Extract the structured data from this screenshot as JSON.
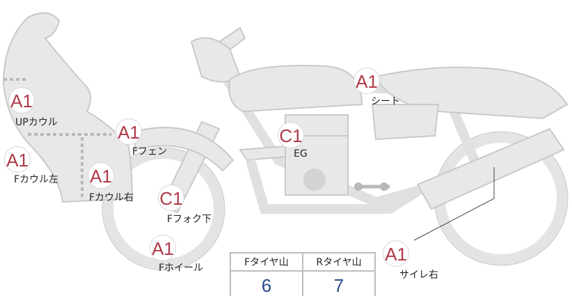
{
  "parts": [
    {
      "id": "up-cowl",
      "grade": "A1",
      "label": "UPカウル"
    },
    {
      "id": "f-cowl-left",
      "grade": "A1",
      "label": "Fカウル左"
    },
    {
      "id": "f-cowl-right",
      "grade": "A1",
      "label": "Fカウル右"
    },
    {
      "id": "f-fender",
      "grade": "A1",
      "label": "Fフェン"
    },
    {
      "id": "f-fork-lower",
      "grade": "C1",
      "label": "Fフォク下"
    },
    {
      "id": "f-wheel",
      "grade": "A1",
      "label": "Fホイール"
    },
    {
      "id": "engine",
      "grade": "C1",
      "label": "EG"
    },
    {
      "id": "seat",
      "grade": "A1",
      "label": "シート"
    },
    {
      "id": "muffler-right",
      "grade": "A1",
      "label": "サイレ右"
    }
  ],
  "tires": {
    "front_label": "Fタイヤ山",
    "front_value": "6",
    "rear_label": "Rタイヤ山",
    "rear_value": "7"
  }
}
